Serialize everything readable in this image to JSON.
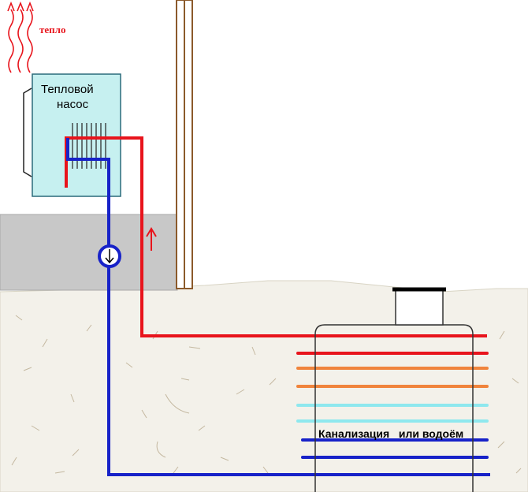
{
  "labels": {
    "heat": "тепло",
    "heat_pump_line1": "Тепловой",
    "heat_pump_line2": "насос",
    "sewer_or_pond": "Канализация   или водоём"
  },
  "colors": {
    "hot_pipe": "#e8141c",
    "cold_pipe": "#1722c8",
    "pump_box": "#c6f0f0",
    "floor": "#c8c8c8",
    "soil": "#f3f1ea",
    "wall": "#8b5a2b",
    "coil_red": "#e8141c",
    "coil_orange": "#f0843c",
    "coil_cyan": "#8ee8ee",
    "coil_blue": "#1722c8"
  },
  "icons": [
    "heat-waves-icon",
    "circulation-pump-icon",
    "flow-arrow-up-icon"
  ]
}
